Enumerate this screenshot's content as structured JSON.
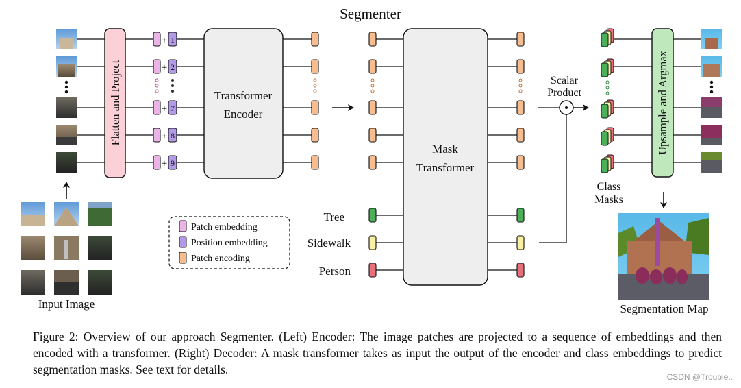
{
  "title": "Segmenter",
  "flatten_label": "Flatten and Project",
  "transformer_encoder": [
    "Transformer",
    "Encoder"
  ],
  "mask_transformer": [
    "Mask",
    "Transformer"
  ],
  "upsample_label": "Upsample and Argmax",
  "scalar_product": [
    "Scalar",
    "Product"
  ],
  "class_masks": [
    "Class",
    "Masks"
  ],
  "input_image_label": "Input Image",
  "segmentation_map_label": "Segmentation Map",
  "position_numbers": [
    "1",
    "2",
    "7",
    "8",
    "9"
  ],
  "plus_sign": "+",
  "classes": [
    "Tree",
    "Sidewalk",
    "Person"
  ],
  "legend": [
    {
      "label": "Patch embedding",
      "color": "#ecb3e6"
    },
    {
      "label": "Position embedding",
      "color": "#b29ae6"
    },
    {
      "label": "Patch encoding",
      "color": "#f7bd8f"
    }
  ],
  "colors": {
    "flatten_fill": "#fbd0d6",
    "encoder_fill": "#eeeeee",
    "upsample_fill": "#bfe8bd",
    "class_tree": "#4cb05a",
    "class_sidewalk": "#f8f1a3",
    "class_person": "#e8707a"
  },
  "caption": "Figure 2: Overview of our approach Segmenter. (Left) Encoder: The image patches are projected to a sequence of embeddings and then encoded with a transformer. (Right) Decoder: A mask transformer takes as input the output of the encoder and class embeddings to predict segmentation masks. See text for details.",
  "watermark": "CSDN @Trouble.."
}
